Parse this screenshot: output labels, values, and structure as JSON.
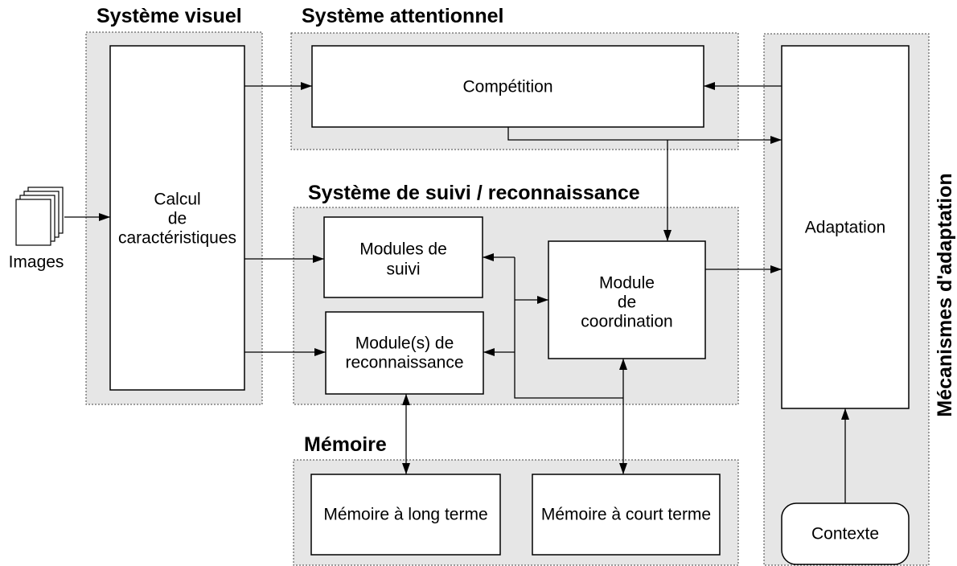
{
  "sections": {
    "visual_system": "Système visuel",
    "attention_system": "Système attentionnel",
    "tracking_system": "Système de suivi / reconnaissance",
    "memory": "Mémoire",
    "adaptation_mechanisms": "Mécanismes d'adaptation"
  },
  "input": {
    "label": "Images",
    "icon": "image-stack-icon"
  },
  "boxes": {
    "feature_computation": {
      "lines": [
        "Calcul",
        "de",
        "caractéristiques"
      ]
    },
    "competition": {
      "lines": [
        "Compétition"
      ]
    },
    "adaptation": {
      "lines": [
        "Adaptation"
      ]
    },
    "tracking_modules": {
      "lines": [
        "Modules de",
        "suivi"
      ]
    },
    "recognition_modules": {
      "lines": [
        "Module(s) de",
        "reconnaissance"
      ]
    },
    "coordination_module": {
      "lines": [
        "Module",
        "de",
        "coordination"
      ]
    },
    "long_term_memory": {
      "lines": [
        "Mémoire à long terme"
      ]
    },
    "short_term_memory": {
      "lines": [
        "Mémoire à court terme"
      ]
    },
    "context": {
      "lines": [
        "Contexte"
      ]
    }
  },
  "colors": {
    "region_fill": "#e6e6e6",
    "region_border": "#444444",
    "box_fill": "#ffffff",
    "line": "#000000"
  }
}
